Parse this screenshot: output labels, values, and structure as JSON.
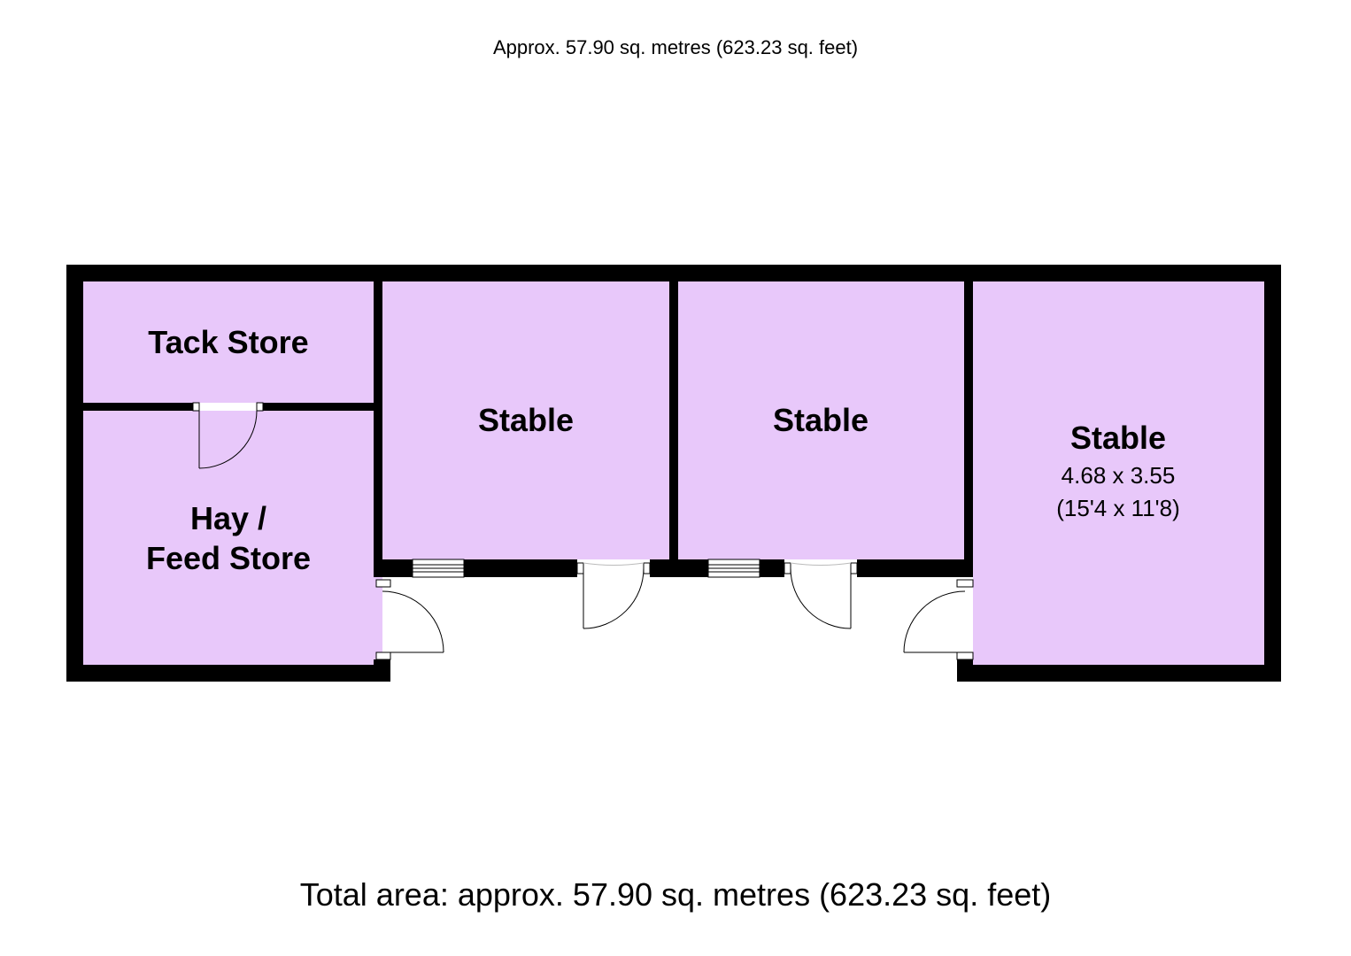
{
  "header": {
    "area_text": "Approx. 57.90 sq. metres (623.23 sq. feet)"
  },
  "rooms": [
    {
      "label_lines": [
        "Tack Store"
      ]
    },
    {
      "label_lines": [
        "Hay /",
        "Feed Store"
      ]
    },
    {
      "label_lines": [
        "Stable"
      ]
    },
    {
      "label_lines": [
        "Stable"
      ]
    },
    {
      "label_lines": [
        "Stable"
      ],
      "dimensions": "4.68 x 3.55",
      "dimensions_imperial": "(15'4 x 11'8)"
    }
  ],
  "footer": {
    "total_area_text": "Total area: approx. 57.90 sq. metres (623.23 sq. feet)"
  },
  "colors": {
    "room_fill": "#e8c8fa",
    "wall": "#000000",
    "background": "#ffffff"
  }
}
